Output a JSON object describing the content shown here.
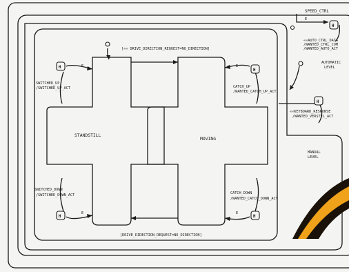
{
  "speed_ctrl_label": "SPEED_CTRL",
  "auto_ctrl_label_line1": "««AUTO_CTRL_DATA",
  "auto_ctrl_label_line2": "/WANTED_CTRL_COM",
  "auto_ctrl_label_line3": "/WANTED_AUTO_ACT",
  "automatic_level_line1": "AUTOMATIC",
  "automatic_level_line2": "LEVEL",
  "keyboard_response_line1": "««KEYBOARD_RESPONSE",
  "keyboard_response_line2": "/WANTED_VERSTEL_ACT",
  "manual_level_line1": "MANUAL",
  "manual_level_line2": "LEVEL",
  "top_transition_label": "[«« DRIVE_DIRECTION_REQUEST=NO_DIRECTION]",
  "bottom_transition_label": "[DRIVE_DIRECTION_REQUEST=NO_DIRECTION]",
  "standstill_label": "STANDSTILL",
  "moving_label": "MOVING",
  "switched_up_line1": "SWITCHED_UP",
  "switched_up_line2": "/SWITCHED_UP_ACT",
  "switched_down_line1": "SWITCHED_DOWN",
  "switched_down_line2": "/SWITCHED_DOWN_ACT",
  "catch_up_line1": "CATCH_UP",
  "catch_up_line2": "/WANTED_CATCH_UP_ACT",
  "catch_down_line1": "CATCH_DOWN",
  "catch_down_line2": "/WANTED_CATCH_DOWN_ACT",
  "history_marker": "H",
  "transition_e": "E",
  "colors": {
    "ink": "#1a1a1a",
    "paper": "#f4f4f2",
    "banana_yellow": "#f0a21a",
    "banana_dark": "#1a1208"
  }
}
